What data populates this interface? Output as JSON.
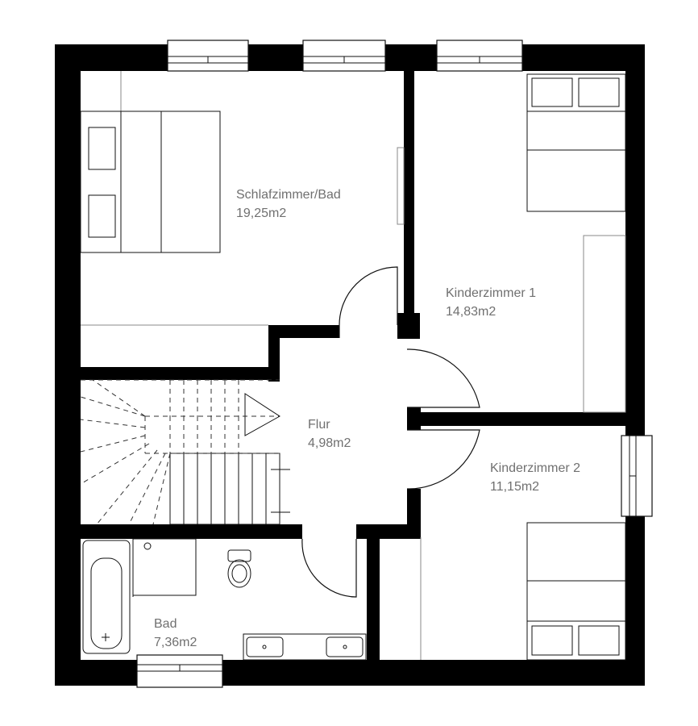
{
  "rooms": {
    "schlafzimmer": {
      "name": "Schlafzimmer/Bad",
      "area": "19,25m2"
    },
    "kinderzimmer1": {
      "name": "Kinderzimmer 1",
      "area": "14,83m2"
    },
    "flur": {
      "name": "Flur",
      "area": "4,98m2"
    },
    "kinderzimmer2": {
      "name": "Kinderzimmer 2",
      "area": "11,15m2"
    },
    "bad": {
      "name": "Bad",
      "area": "7,36m2"
    }
  }
}
